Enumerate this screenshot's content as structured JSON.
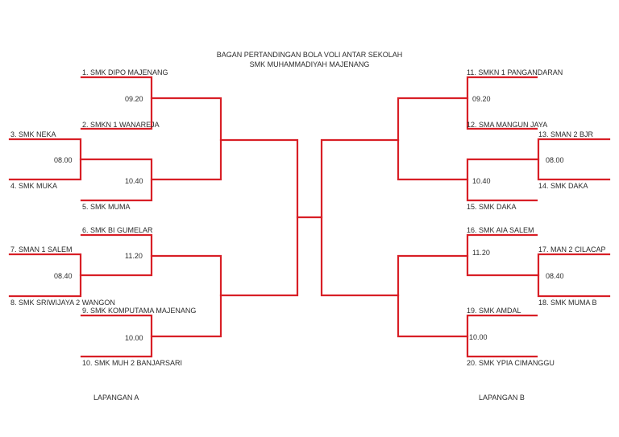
{
  "title": {
    "line1": "BAGAN PERTANDINGAN BOLA VOLI ANTAR SEKOLAH",
    "line2": "SMK MUHAMMADIYAH MAJENANG"
  },
  "colors": {
    "line": "#d81f26",
    "text": "#2b2b2b"
  },
  "courts": {
    "a": "LAPANGAN A",
    "b": "LAPANGAN B"
  },
  "teams": {
    "t1": "1. SMK DIPO MAJENANG",
    "t2": "2. SMKN 1 WANAREJA",
    "t3": "3. SMK NEKA",
    "t4": "4. SMK MUKA",
    "t5": "5. SMK MUMA",
    "t6": "6. SMK BI GUMELAR",
    "t7": "7. SMAN 1 SALEM",
    "t8": "8. SMK SRIWIJAYA 2 WANGON",
    "t9": "9. SMK KOMPUTAMA MAJENANG",
    "t10": "10. SMK MUH 2 BANJARSARI",
    "t11": "11. SMKN 1 PANGANDARAN",
    "t12": "12. SMA MANGUN JAYA",
    "t13": "13. SMAN 2 BJR",
    "t14": "14. SMK DAKA",
    "t15": "15. SMK DAKA",
    "t16": "16. SMK AIA SALEM",
    "t17": "17. MAN 2 CILACAP",
    "t18": "18. SMK MUMA B",
    "t19": "19. SMK AMDAL",
    "t20": "20. SMK YPIA CIMANGGU"
  },
  "times": {
    "m1": "09.20",
    "m2": "08.00",
    "m3": "10.40",
    "m4": "11.20",
    "m5": "08.40",
    "m6": "10.00",
    "m7": "09.20",
    "m8": "08.00",
    "m9": "10.40",
    "m10": "11.20",
    "m11": "08.40",
    "m12": "10.00"
  }
}
